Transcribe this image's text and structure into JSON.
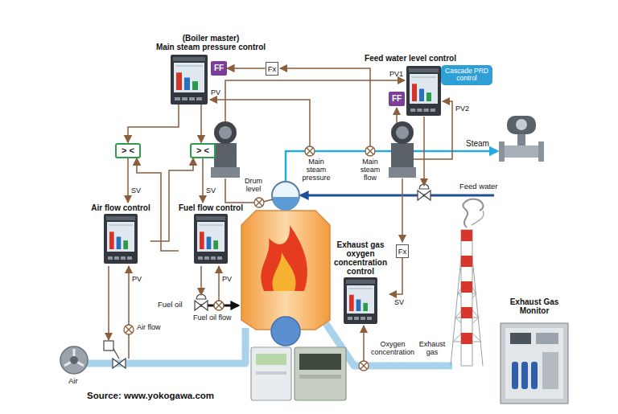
{
  "diagram": {
    "caption": "Source: www.yokogawa.com",
    "nodes": [
      {
        "text": [
          "(Boiler master)",
          "Main steam pressure control"
        ]
      },
      {
        "text": [
          "Feed water level control"
        ]
      },
      {
        "text": [
          "Cascade PRD control"
        ]
      },
      {
        "text": [
          "FF"
        ]
      },
      {
        "text": [
          "FF"
        ]
      },
      {
        "text": [
          "Fx"
        ]
      },
      {
        "text": [
          "Fx"
        ]
      },
      {
        "text": [
          "> <"
        ]
      },
      {
        "text": [
          "> <"
        ]
      },
      {
        "text": [
          "Air flow control"
        ]
      },
      {
        "text": [
          "Fuel flow control"
        ]
      },
      {
        "text": [
          "Exhaust gas oxygen concentration control"
        ]
      }
    ],
    "edges": [
      {
        "from": 0,
        "to": 7,
        "arrow": "to"
      },
      {
        "from": 0,
        "to": 8,
        "arrow": "to"
      },
      {
        "from": 7,
        "to": 9,
        "arrow": "to"
      },
      {
        "from": 8,
        "to": 10,
        "arrow": "to"
      },
      {
        "from": 9,
        "to": 8,
        "arrow": "to"
      },
      {
        "from": 10,
        "to": 7,
        "arrow": "to"
      },
      {
        "from": 5,
        "to": 3,
        "arrow": "to"
      },
      {
        "from": 6,
        "to": 11,
        "arrow": "to"
      }
    ],
    "labels": [
      "PV",
      "PV1",
      "PV2",
      "SV",
      "SV",
      "SV",
      "PV",
      "PV",
      "Drum level",
      "Main steam pressure",
      "Main steam flow",
      "Steam",
      "Feed water",
      "Fuel oil",
      "Fuel oil flow",
      "Air",
      "Air flow",
      "Oxygen concentration",
      "Exhaust gas",
      "Exhaust Gas Monitor"
    ]
  }
}
